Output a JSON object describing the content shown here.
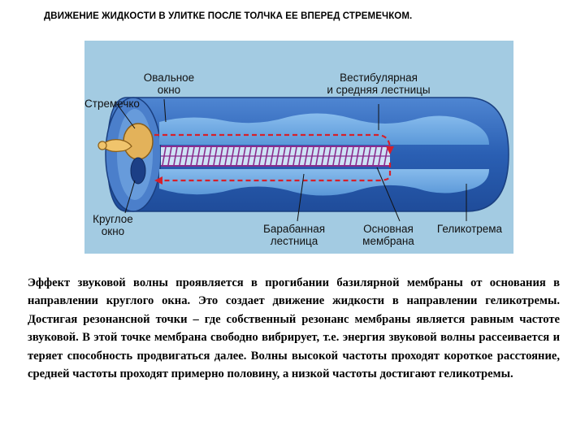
{
  "title": "ДВИЖЕНИЕ ЖИДКОСТИ В УЛИТКЕ ПОСЛЕ ТОЛЧКА ЕЕ ВПЕРЕД СТРЕМЕЧКОМ.",
  "diagram": {
    "labels": {
      "stapes": "Стремечко",
      "oval_window": "Овальное\nокно",
      "vestibular": "Вестибулярная\nи средняя лестницы",
      "round_window": "Круглое\nокно",
      "tympanic": "Барабанная\nлестница",
      "basilar": "Основная\nмембрана",
      "helicotrema": "Геликотрема"
    },
    "colors": {
      "background_panel": "#9fc7df",
      "tube_outer": "#2f63b6",
      "tube_fill": "#3a74c6",
      "inner_lumen": "#6aa7e3",
      "membrane": "#8a2c8e",
      "flow_arrows": "#d6202b",
      "stapes": "#e3b25a"
    }
  },
  "paragraph": "Эффект звуковой волны проявляется в прогибании базилярной мембраны от основания в направлении круглого окна. Это создает движение жидкости в направлении геликотремы. Достигая резонансной точки – где собственный резонанс мембраны является равным частоте звуковой. В этой точке мембрана свободно вибрирует, т.е. энергия звуковой волны рассеивается и теряет способность продвигаться далее. Волны высокой частоты проходят короткое расстояние, средней частоты проходят примерно половину, а низкой частоты достигают геликотремы."
}
